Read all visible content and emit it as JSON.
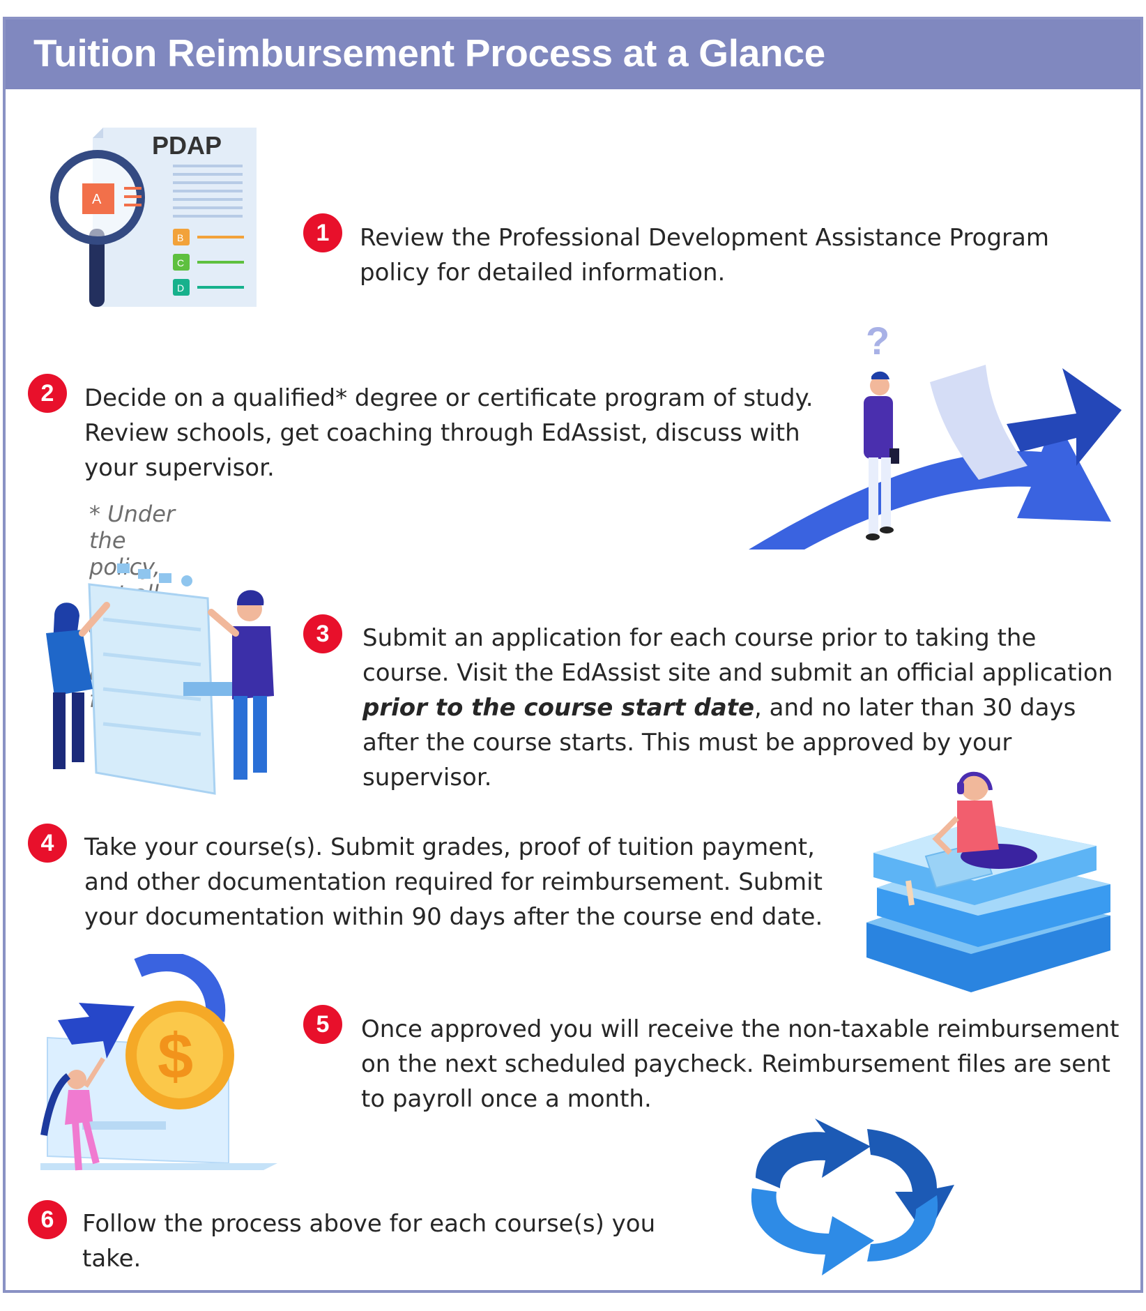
{
  "header": {
    "title": "Tuition Reimbursement Process at a Glance"
  },
  "colors": {
    "header_bg": "#8088bf",
    "border": "#8a92c4",
    "badge": "#e8102b",
    "accent_blue": "#3a5bd9"
  },
  "doc_illustration": {
    "title": "PDAP",
    "letters": [
      "A",
      "B",
      "C",
      "D"
    ]
  },
  "steps": [
    {
      "number": "1",
      "text": "Review the Professional Development Assistance Program policy for detailed information."
    },
    {
      "number": "2",
      "text": "Decide on a qualified* degree or certificate program of study. Review schools, get coaching through EdAssist, discuss with your supervisor.",
      "note": "* Under the policy, not all programs will qualify for PDAP."
    },
    {
      "number": "3",
      "text_before": "Submit an application for each course prior to taking the course. Visit the EdAssist site and submit an official application ",
      "emphasis": "prior to the course start date",
      "text_after": ", and no later than 30 days after the course starts. This must be approved by your supervisor."
    },
    {
      "number": "4",
      "text": "Take your course(s). Submit grades, proof of tuition payment, and other documentation required for reimbursement. Submit your documentation within 90 days after the course end date."
    },
    {
      "number": "5",
      "text": "Once approved you will receive the non-taxable reimbursement on the next scheduled paycheck. Reimbursement files are sent to payroll once a month."
    },
    {
      "number": "6",
      "text": "Follow the process above for each course(s) you take."
    }
  ],
  "icons": [
    "magnifier-document-icon",
    "decision-path-icon",
    "application-screen-icon",
    "books-study-icon",
    "dollar-coin-icon",
    "cycle-arrows-icon"
  ]
}
